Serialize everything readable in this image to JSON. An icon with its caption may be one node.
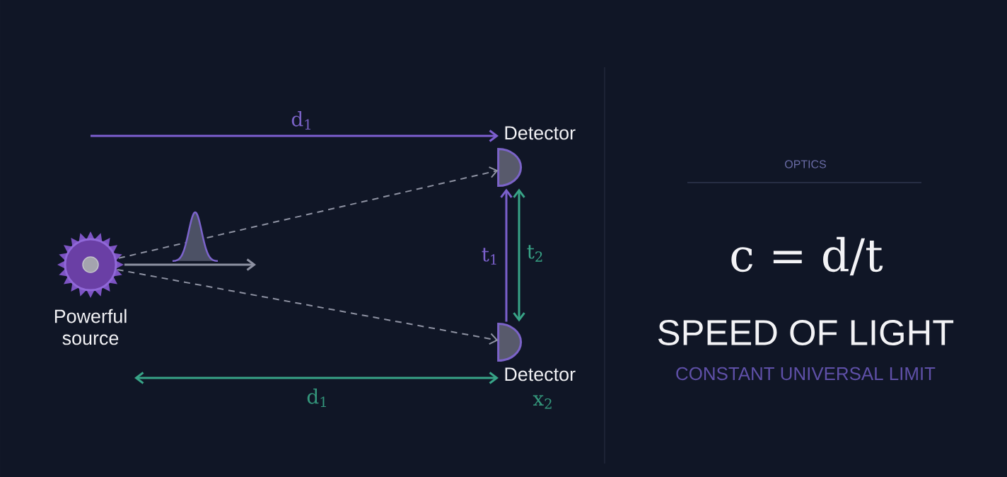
{
  "diagram": {
    "title": "SPEED OF LIGHT",
    "nodes": [
      {
        "text": [],
        "shape": "star",
        "beside": [
          "Powerful source"
        ]
      },
      {
        "text": [],
        "shape": "semicircle",
        "beside": [
          "Detector"
        ]
      },
      {
        "text": [],
        "shape": "semicircle",
        "beside": [
          "Detector"
        ]
      }
    ],
    "edges": [
      {
        "from": 0,
        "to": 1,
        "arrow": "to",
        "style": "dashed"
      },
      {
        "from": 0,
        "to": 2,
        "arrow": "to",
        "style": "dashed"
      },
      {
        "from": 0,
        "to": null,
        "arrow": "to"
      },
      {
        "from": 2,
        "to": 1,
        "arrow": "to",
        "label": "t$_{1}$",
        "color": "#7b60cc"
      },
      {
        "from": 1,
        "to": 2,
        "arrow": "both",
        "label": "t$_{2}$",
        "color": "#38a487"
      }
    ],
    "labels": [
      "d$_{1}$",
      "OPTICS",
      "c = d/t",
      "CONSTANT UNIVERSAL LIMIT",
      "d$_{1}$",
      "x$_{2}$"
    ]
  }
}
